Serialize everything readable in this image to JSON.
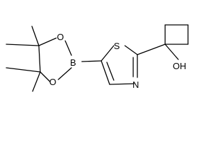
{
  "molecule": {
    "atoms": {
      "o1": "O",
      "o2": "O",
      "b": "B",
      "s": "S",
      "n": "N",
      "oh": "OH"
    }
  }
}
